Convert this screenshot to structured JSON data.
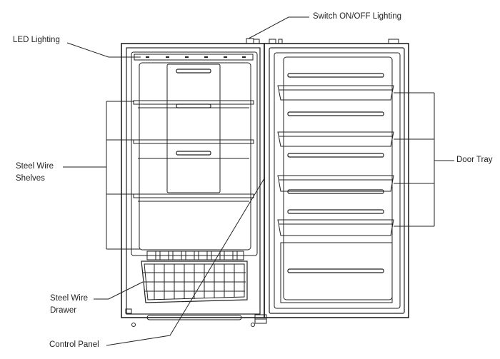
{
  "labels": {
    "switch": "Switch ON/OFF Lighting",
    "led": "LED Lighting",
    "shelves_line1": "Steel Wire",
    "shelves_line2": "Shelves",
    "drawer_line1": "Steel Wire",
    "drawer_line2": "Drawer",
    "control_panel": "Control Panel",
    "door_tray": "Door Tray"
  },
  "colors": {
    "line": "#222222",
    "background": "#ffffff"
  }
}
